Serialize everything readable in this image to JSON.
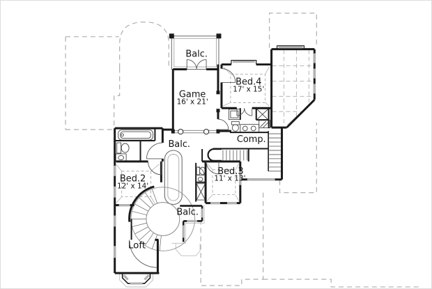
{
  "plan": {
    "type": "second-floor-plan",
    "colors": {
      "wall": "#1a1a1a",
      "window": "#b3b3b3",
      "dashed_outline": "#a6a6a6",
      "thin_line": "#bdbdbd",
      "text": "#141414",
      "background": "#ffffff"
    },
    "rooms": {
      "balc_top": {
        "label": "Balc."
      },
      "game": {
        "label": "Game",
        "dims": "16' x 21'"
      },
      "bed4": {
        "label": "Bed.4",
        "dims": "17' x 15'"
      },
      "comp": {
        "label": "Comp."
      },
      "balc_mid": {
        "label": "Balc."
      },
      "bed2": {
        "label": "Bed.2",
        "dims": "12' x 14'"
      },
      "bed3": {
        "label": "Bed.3",
        "dims": "11' x 13'"
      },
      "balc_bottom": {
        "label": "Balc."
      },
      "loft": {
        "label": "Loft"
      }
    }
  }
}
